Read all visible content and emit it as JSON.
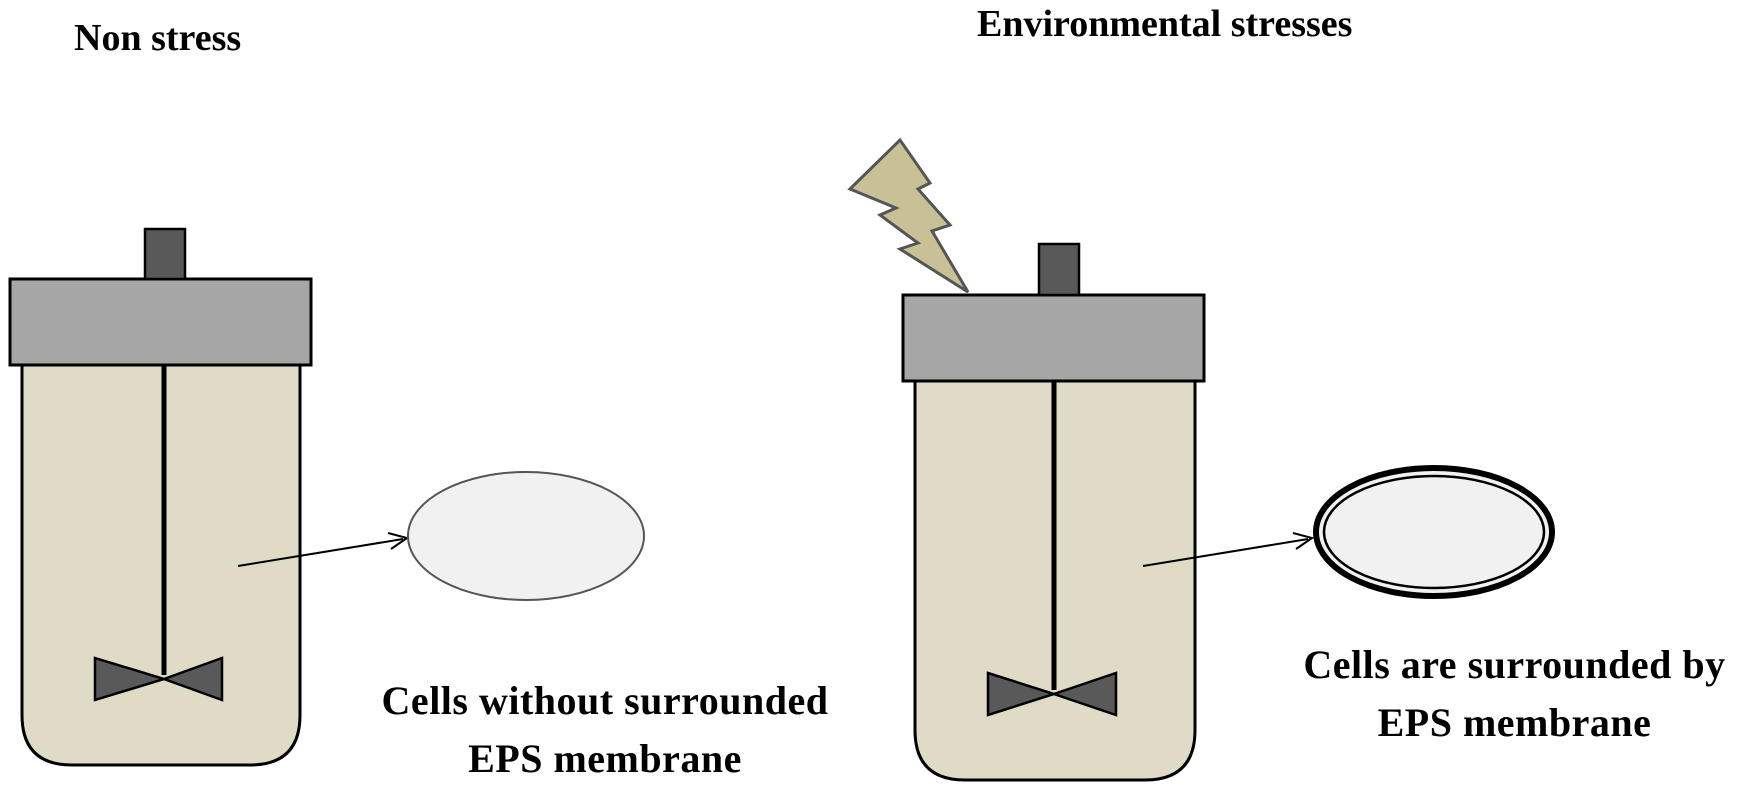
{
  "panels": {
    "left": {
      "title": "Non stress",
      "caption_line1": "Cells without surrounded",
      "caption_line2": "EPS membrane"
    },
    "right": {
      "title": "Environmental stresses",
      "caption_line1": "Cells are surrounded by",
      "caption_line2": "EPS membrane"
    }
  },
  "icons": {
    "bioreactor": "bioreactor-icon",
    "impeller": "impeller-icon",
    "stress": "lightning-bolt-icon",
    "cell": "cell-icon",
    "eps_cell": "cell-with-eps-membrane-icon"
  },
  "colors": {
    "vessel_fill": "#e0dbc6",
    "lid_fill": "#a6a6a6",
    "cap_fill": "#595959",
    "impeller_fill": "#595959",
    "cell_fill": "#f1f1f1",
    "bolt_fill": "#c8c196",
    "outline": "#000000"
  }
}
